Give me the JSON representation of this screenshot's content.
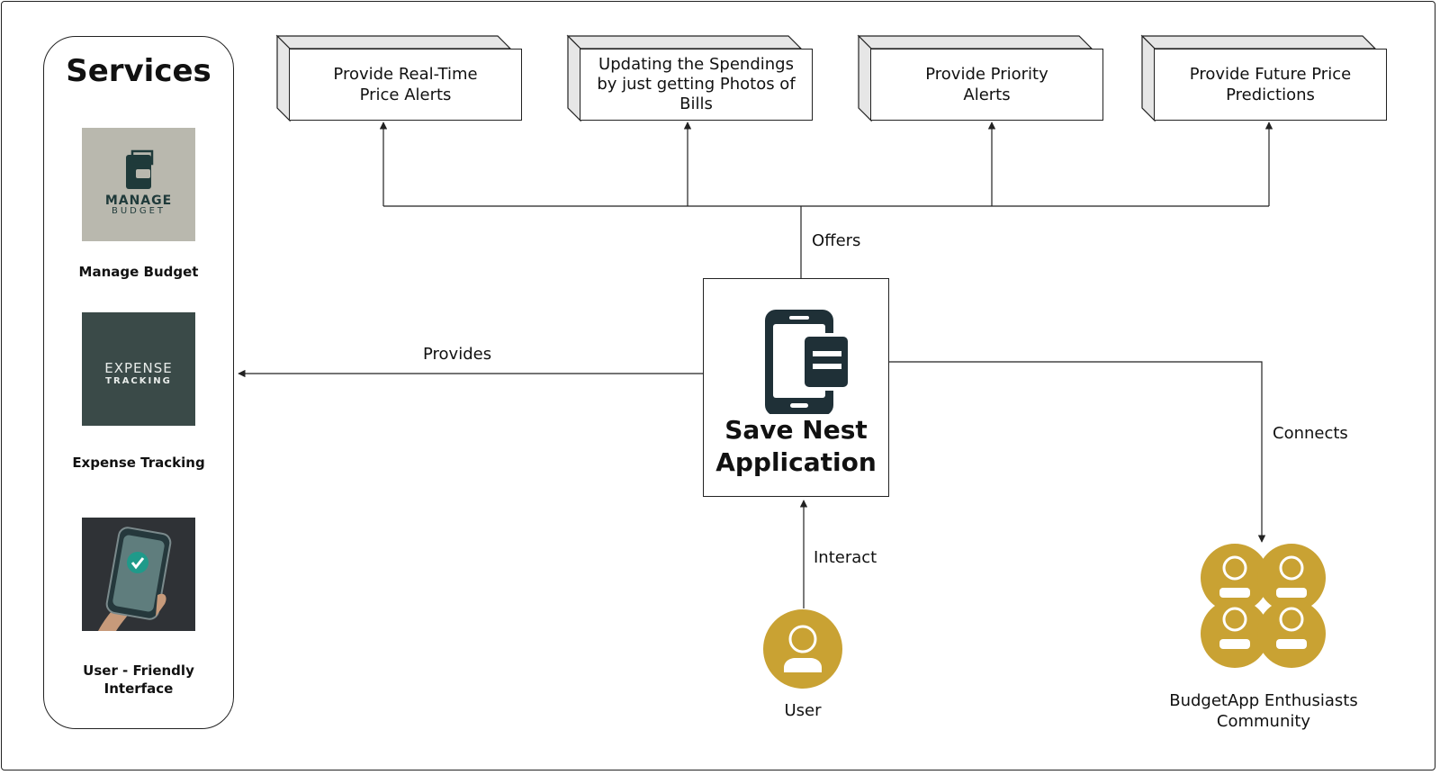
{
  "services": {
    "title": "Services",
    "items": [
      {
        "label": "Manage Budget",
        "thumb_line1": "MANAGE",
        "thumb_line2": "BUDGET"
      },
      {
        "label": "Expense Tracking",
        "thumb_line1": "EXPENSE",
        "thumb_line2": "TRACKING"
      },
      {
        "label": "User - Friendly Interface"
      }
    ]
  },
  "offers": [
    {
      "label": "Provide Real-Time Price Alerts"
    },
    {
      "label": "Updating the Spendings by just getting Photos of Bills"
    },
    {
      "label": "Provide Priority Alerts"
    },
    {
      "label": "Provide Future Price Predictions"
    }
  ],
  "app": {
    "line1": "Save Nest",
    "line2": "Application"
  },
  "edges": {
    "offers": "Offers",
    "provides": "Provides",
    "connects": "Connects",
    "interact": "Interact"
  },
  "nodes": {
    "user": "User",
    "community": "BudgetApp Enthusiasts Community"
  },
  "colors": {
    "gold": "#c9a233",
    "dark_icon": "#1f3037",
    "stroke": "#222222"
  }
}
